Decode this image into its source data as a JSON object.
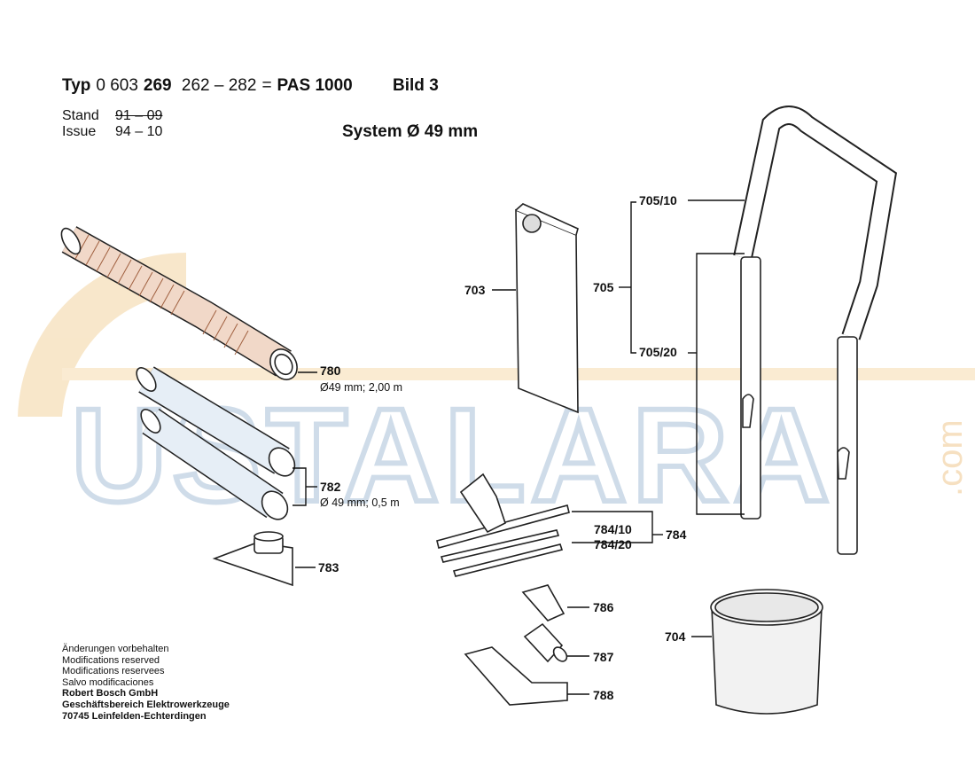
{
  "header": {
    "typ_label": "Typ",
    "typ_number": "0 603",
    "typ_number_bold": "269",
    "range": "262 – 282",
    "equals": "=",
    "model": "PAS 1000",
    "figure": "Bild 3",
    "stand_label": "Stand",
    "stand_value": "91 – 09",
    "issue_label": "Issue",
    "issue_value": "94 – 10",
    "system": "System Ø 49 mm"
  },
  "parts": [
    {
      "id": "780",
      "spec": "Ø49 mm; 2,00 m"
    },
    {
      "id": "782",
      "spec": "Ø 49 mm; 0,5 m"
    },
    {
      "id": "783",
      "spec": ""
    },
    {
      "id": "703",
      "spec": ""
    },
    {
      "id": "705",
      "spec": ""
    },
    {
      "id": "705/10",
      "spec": ""
    },
    {
      "id": "705/20",
      "spec": ""
    },
    {
      "id": "784",
      "spec": ""
    },
    {
      "id": "784/10",
      "spec": ""
    },
    {
      "id": "784/20",
      "spec": ""
    },
    {
      "id": "786",
      "spec": ""
    },
    {
      "id": "787",
      "spec": ""
    },
    {
      "id": "788",
      "spec": ""
    },
    {
      "id": "704",
      "spec": ""
    }
  ],
  "footer": {
    "line1": "Änderungen vorbehalten",
    "line2": "Modifications reserved",
    "line3": "Modifications reservees",
    "line4": "Salvo modificaciones",
    "line5": "Robert Bosch GmbH",
    "line6": "Geschäftsbereich Elektrowerkzeuge",
    "line7": "70745 Leinfelden-Echterdingen"
  },
  "watermark": {
    "text": "USTALARA",
    "domain": ".com",
    "color": "#9bb6d2",
    "accent": "#f3c98a"
  }
}
